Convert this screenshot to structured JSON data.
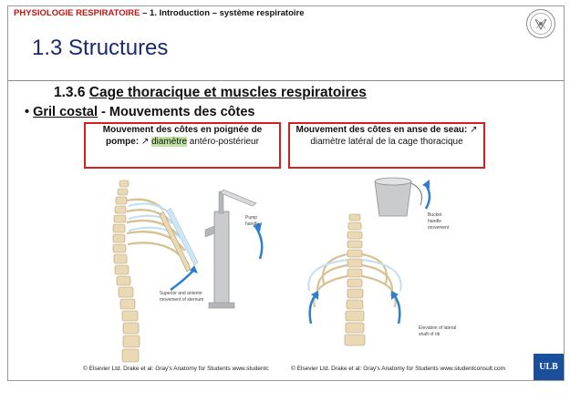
{
  "header": {
    "course": "PHYSIOLOGIE RESPIRATOIRE",
    "separator": " – ",
    "chapter": "1. Introduction – système respiratoire"
  },
  "title": "1.3 Structures",
  "subtitle": {
    "number": "1.3.6 ",
    "text": "Cage thoracique et muscles respiratoires"
  },
  "bullet": {
    "symbol": "• ",
    "topic": "Gril costal",
    "rest": " - Mouvements des côtes"
  },
  "box_pump": {
    "bold": "Mouvement des côtes en poignée de pompe:",
    "arrow": " ↗ ",
    "highlight": "diamètre",
    "rest": " antéro-postérieur"
  },
  "box_bucket": {
    "bold": "Mouvement des côtes en anse de seau:",
    "arrow": " ↗ ",
    "rest": "diamètre latéral de la cage thoracique"
  },
  "figure_left": {
    "pump_label_1": "Pump",
    "pump_label_2": "handle",
    "sternum_label_1": "Superior and anterior",
    "sternum_label_2": "movement of sternum"
  },
  "figure_right": {
    "bucket_label_1": "Bucket",
    "bucket_label_2": "handle",
    "bucket_label_3": "movement",
    "elevation_label_1": "Elevation of lateral",
    "elevation_label_2": "shaft of rib"
  },
  "credits": {
    "left": "© Elsevier Ltd. Drake et al: Gray's Anatomy for Students www.studentc",
    "right": "© Elsevier Ltd. Drake et al: Gray's Anatomy for Students www.studentconsult.com"
  },
  "footer_logo": "ULB",
  "colors": {
    "title": "#1b2a6b",
    "accent_red": "#c0140f",
    "box_border": "#d41f1f",
    "highlight": "#bfe3a2",
    "ulb_blue": "#1b4f9c",
    "arrow_blue": "#2f7fd0"
  }
}
